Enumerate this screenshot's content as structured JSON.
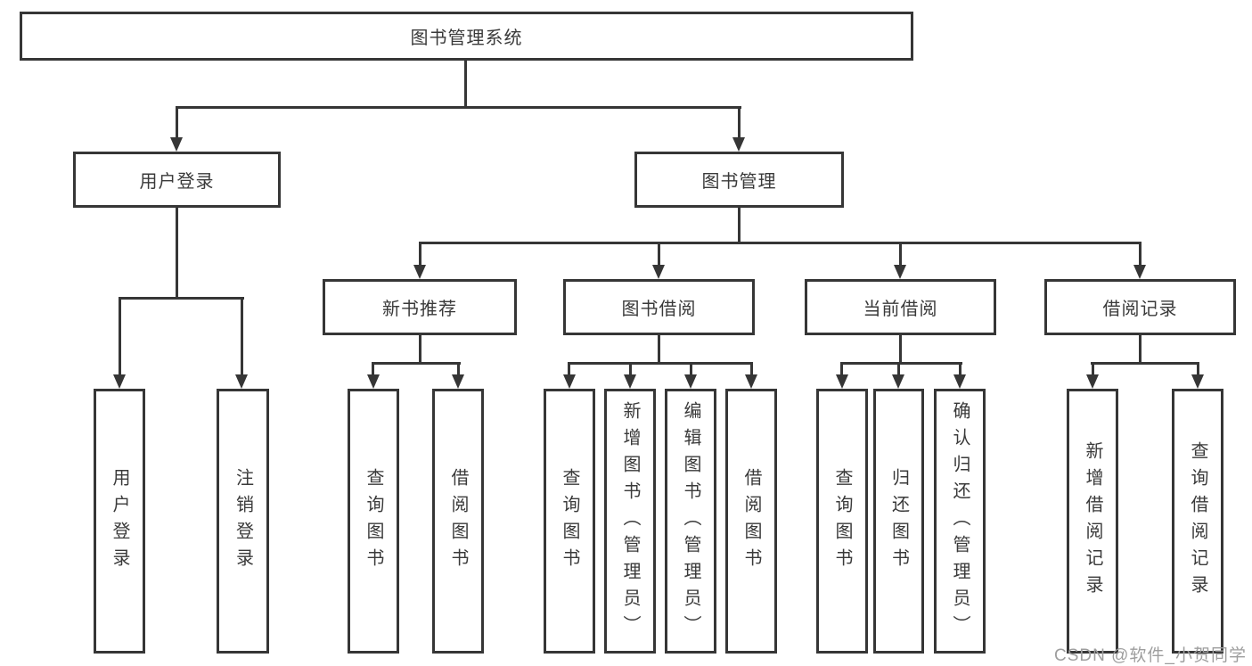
{
  "tree": {
    "label": "图书管理系统",
    "children": [
      {
        "label": "用户登录",
        "children": [
          {
            "label": "用户登录"
          },
          {
            "label": "注销登录"
          }
        ]
      },
      {
        "label": "图书管理",
        "children": [
          {
            "label": "新书推荐",
            "children": [
              {
                "label": "查询图书"
              },
              {
                "label": "借阅图书"
              }
            ]
          },
          {
            "label": "图书借阅",
            "children": [
              {
                "label": "查询图书"
              },
              {
                "label": "新增图书（管理员）"
              },
              {
                "label": "编辑图书（管理员）"
              },
              {
                "label": "借阅图书"
              }
            ]
          },
          {
            "label": "当前借阅",
            "children": [
              {
                "label": "查询图书"
              },
              {
                "label": "归还图书"
              },
              {
                "label": "确认归还（管理员）"
              }
            ]
          },
          {
            "label": "借阅记录",
            "children": [
              {
                "label": "新增借阅记录"
              },
              {
                "label": "查询借阅记录"
              }
            ]
          }
        ]
      }
    ]
  },
  "watermark": {
    "text": "CSDN @软件_小贺同学"
  },
  "colors": {
    "line": "#363636",
    "text": "#3a3a3a",
    "watermark_text": "#9e9e9e",
    "background": "#ffffff"
  }
}
